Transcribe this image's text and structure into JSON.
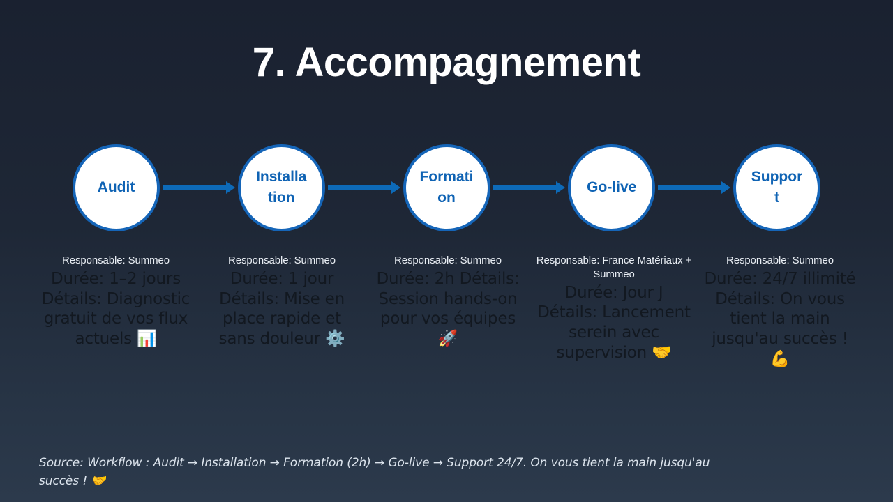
{
  "slide": {
    "title": "7. Accompagnement",
    "background_top": "#1a2130",
    "background_bottom": "#2c3a4c",
    "accent": "#0d6ab8",
    "node_border": "#1565b8",
    "node_text": "#0f63b4"
  },
  "steps": [
    {
      "label": "Installation",
      "node_label": "Audit",
      "responsable": "Responsable: Summeo",
      "detail": "Durée: 1–2 jours Détails: Diagnostic gratuit de vos flux actuels 📊"
    },
    {
      "label": "Installation",
      "node_label": "Installation",
      "responsable": "Responsable: Summeo",
      "detail": "Durée: 1 jour Détails: Mise en place rapide et sans douleur ⚙️"
    },
    {
      "label": "Formation",
      "node_label": "Formation",
      "responsable": "Responsable: Summeo",
      "detail": "Durée: 2h Détails: Session hands-on pour vos équipes 🚀"
    },
    {
      "label": "Go-live",
      "node_label": "Go-live",
      "responsable": "Responsable: France Matériaux + Summeo",
      "detail": "Durée: Jour J Détails: Lancement serein avec supervision 🤝"
    },
    {
      "label": "Support",
      "node_label": "Support",
      "responsable": "Responsable: Summeo",
      "detail": "Durée: 24/7 illimité Détails: On vous tient la main jusqu'au succès ! 💪"
    }
  ],
  "footer": {
    "source": "Source: Workflow : Audit → Installation → Formation (2h) → Go-live → Support 24/7. On vous tient la main jusqu'au succès ! 🤝"
  }
}
